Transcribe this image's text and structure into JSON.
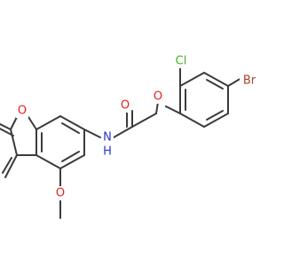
{
  "atoms": {
    "oxygen_carbonyl": "O",
    "oxygen_ether_linker": "O",
    "oxygen_furan": "O",
    "oxygen_methoxy": "O",
    "nitrogen_amide": "N",
    "amide_hydrogen": "H",
    "chlorine": "Cl",
    "bromine": "Br"
  },
  "colors": {
    "bond": "#3b3b3b",
    "oxygen": "#e8201d",
    "nitrogen": "#2a35c8",
    "chlorine": "#46b02d",
    "bromine": "#a5422a"
  }
}
